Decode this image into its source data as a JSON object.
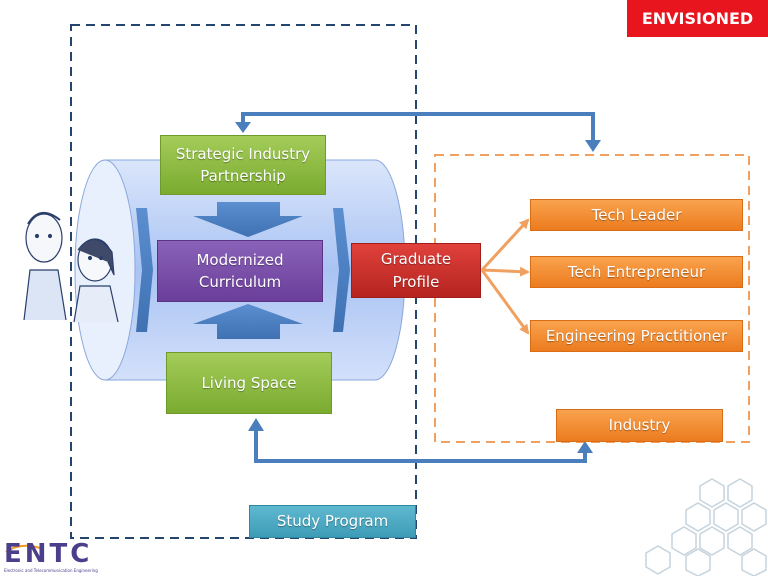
{
  "corner_tag": "ENVISIONED",
  "boxes": {
    "strategic": "Strategic Industry\nPartnership",
    "curriculum": "Modernized\nCurriculum",
    "living_space": "Living Space",
    "graduate": "Graduate\nProfile",
    "tech_leader": "Tech Leader",
    "tech_entrepreneur": "Tech Entrepreneur",
    "engineering": "Engineering Practitioner",
    "industry": "Industry",
    "study_program": "Study Program"
  },
  "logo": {
    "name": "ENTC",
    "subtitle": "Electronic and Telecommunication Engineering"
  },
  "colors": {
    "blue_connector": "#4a7ebd",
    "orange_border": "#f0a060",
    "navy_border": "#24456e"
  }
}
